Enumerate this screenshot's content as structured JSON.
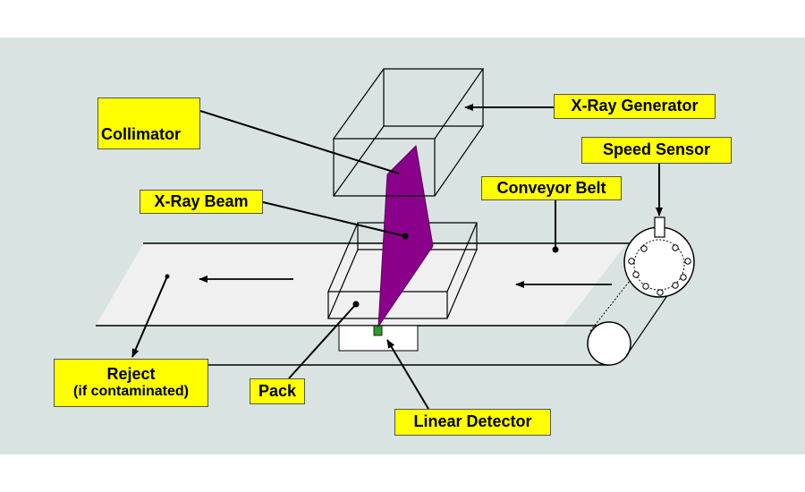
{
  "labels": {
    "collimator": "Collimator",
    "xray_generator": "X-Ray Generator",
    "speed_sensor": "Speed Sensor",
    "xray_beam": "X-Ray Beam",
    "conveyor_belt": "Conveyor Belt",
    "reject_line1": "Reject",
    "reject_line2": "(if contaminated)",
    "pack": "Pack",
    "linear_detector": "Linear Detector"
  },
  "colors": {
    "background": "#d9e4e2",
    "label_fill": "#ffff00",
    "beam": "#8b008b",
    "detector": "#2e9b2e",
    "belt": "#f0f0f0"
  }
}
